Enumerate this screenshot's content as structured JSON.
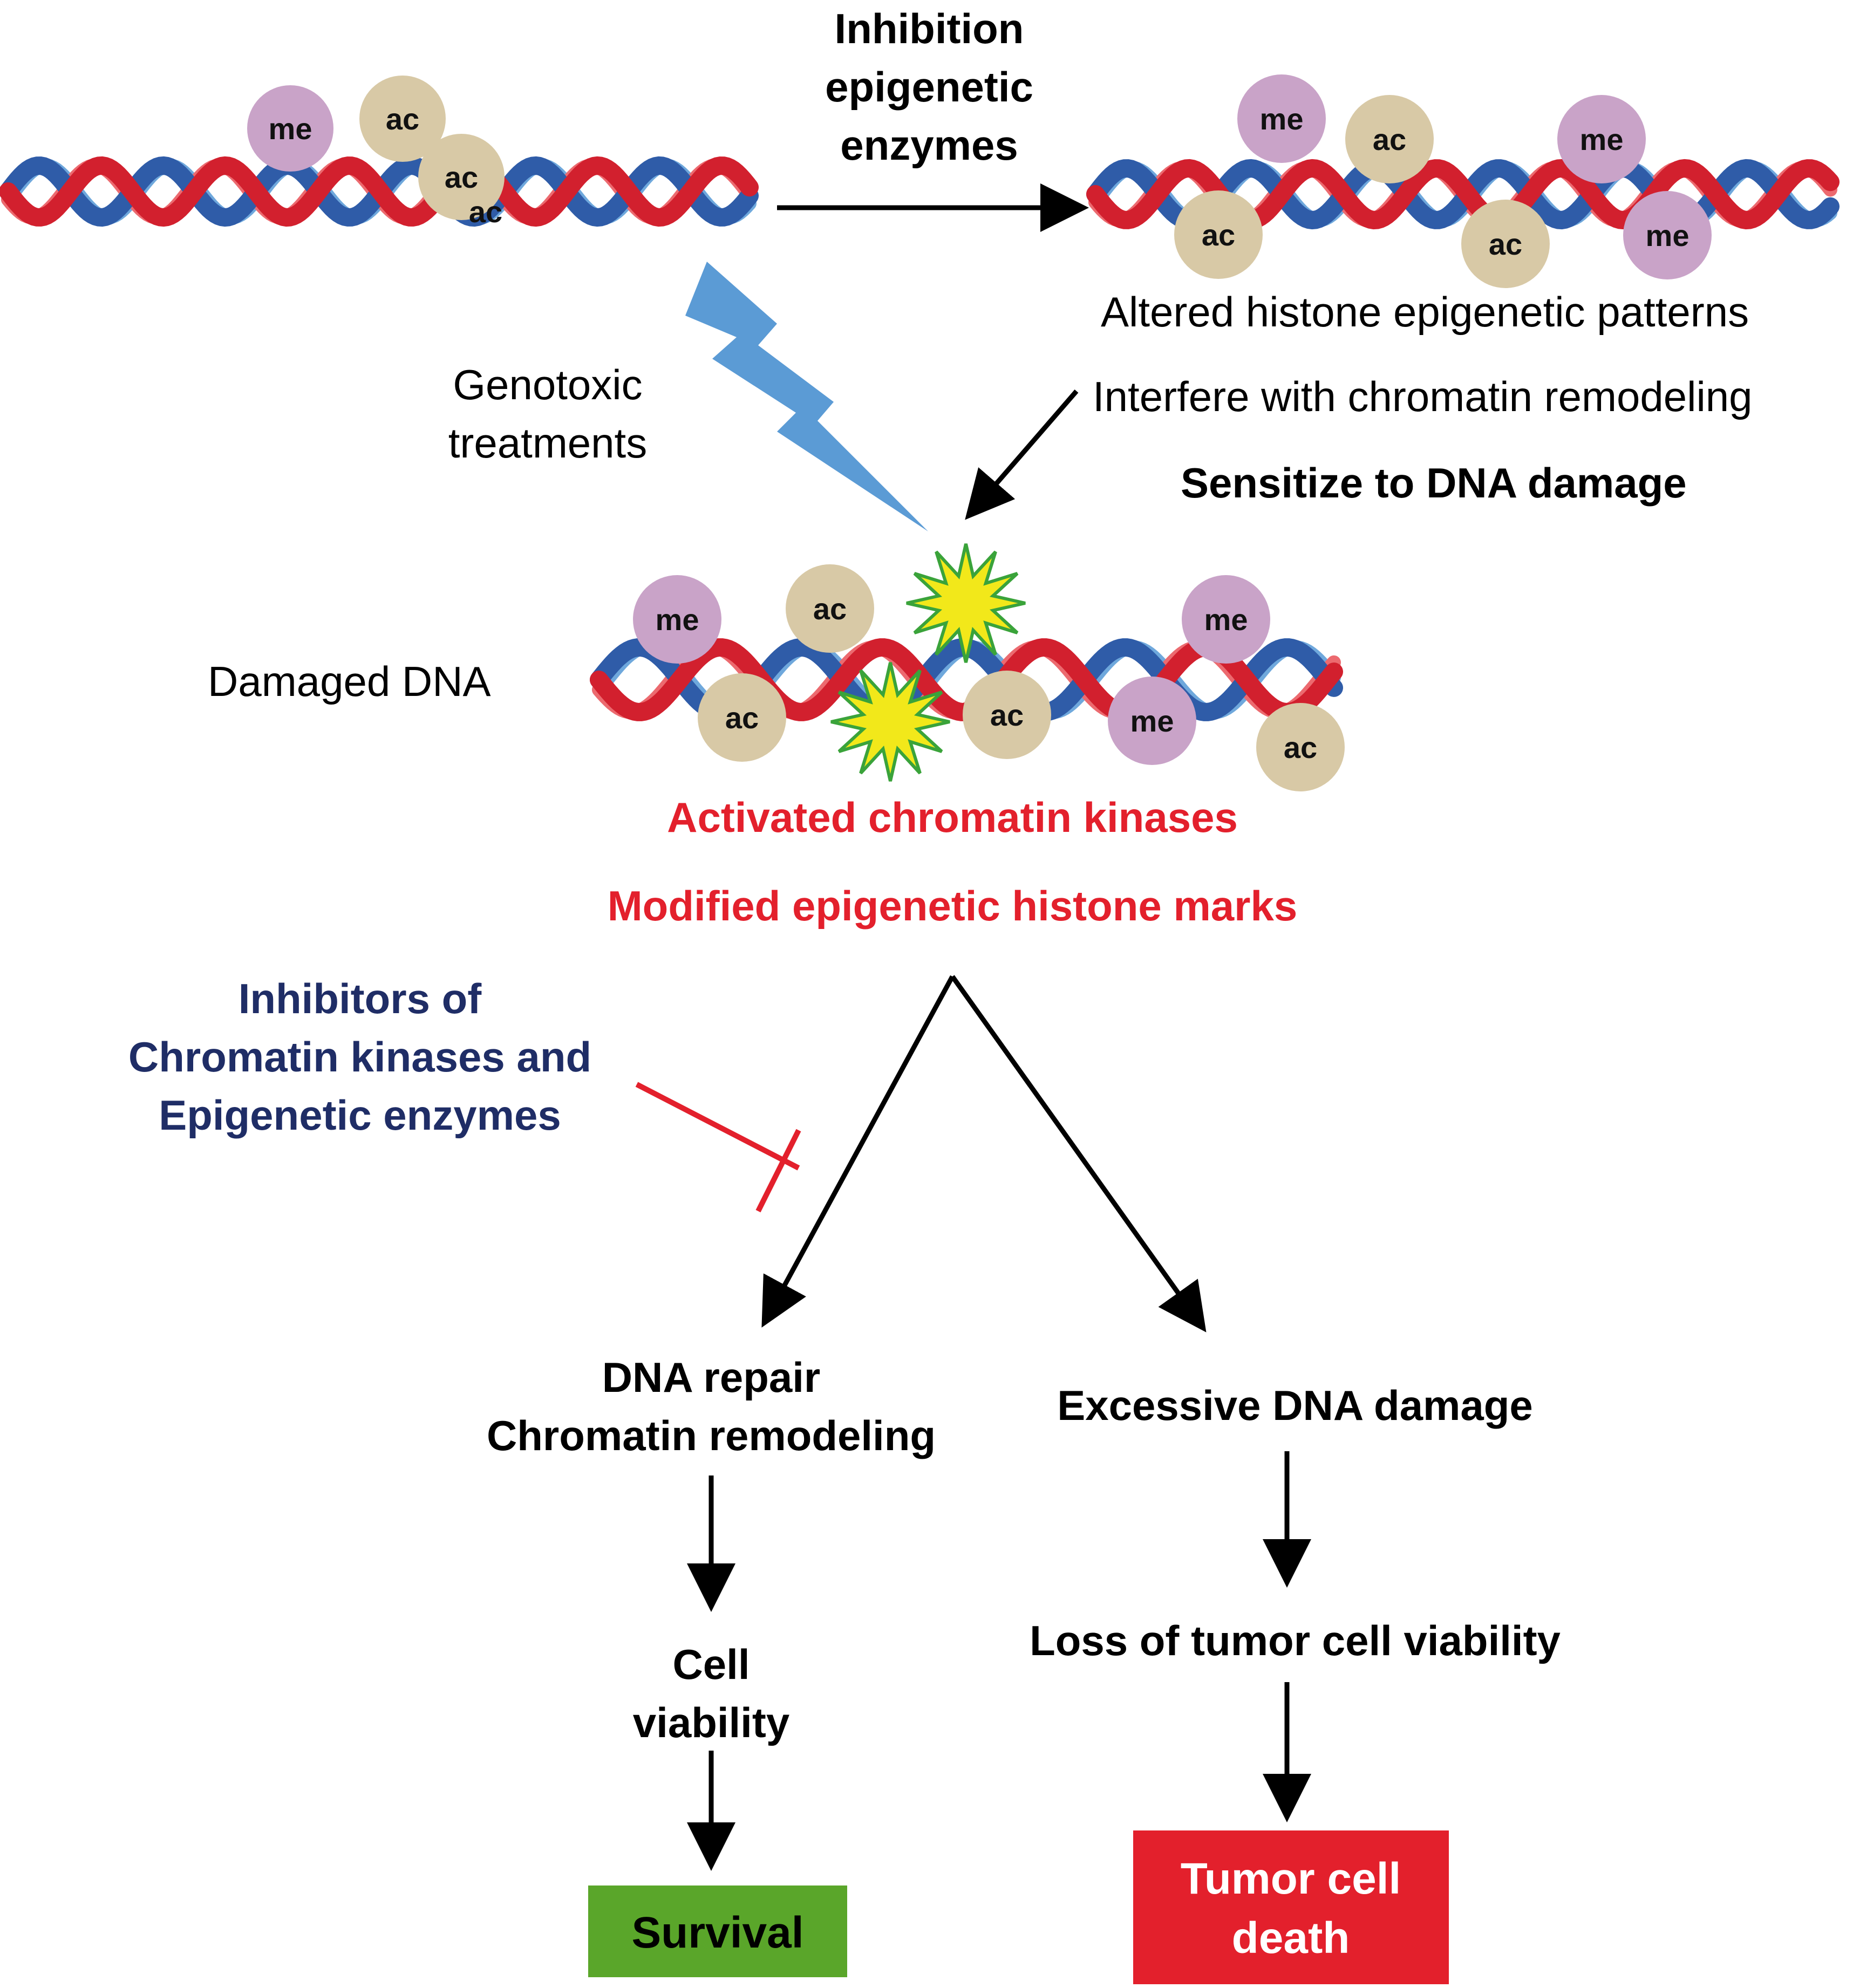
{
  "top_arrow_label": [
    "Inhibition",
    "epigenetic",
    "enzymes"
  ],
  "altered_patterns": "Altered histone epigenetic patterns",
  "genotoxic": [
    "Genotoxic",
    "treatments"
  ],
  "interfere": "Interfere with chromatin remodeling",
  "sensitize": "Sensitize to DNA damage",
  "damaged_dna": "Damaged DNA",
  "activated_kinases": "Activated chromatin kinases",
  "modified_marks": "Modified epigenetic histone marks",
  "inhibitors": [
    "Inhibitors of",
    "Chromatin kinases and",
    "Epigenetic enzymes"
  ],
  "left_branch": {
    "repair": [
      "DNA repair",
      "Chromatin remodeling"
    ],
    "viability": [
      "Cell",
      "viability"
    ],
    "outcome": "Survival"
  },
  "right_branch": {
    "damage": "Excessive DNA damage",
    "loss": "Loss of tumor cell viability",
    "outcome": [
      "Tumor cell",
      "death"
    ]
  },
  "mark_labels": {
    "me": "me",
    "ac": "ac"
  },
  "colors": {
    "strand_red": "#d2202e",
    "strand_blue": "#2f5ca8",
    "strand_light_red": "#ec6a6f",
    "strand_light_blue": "#6fa8dc",
    "me_fill": "#c9a3c8",
    "ac_fill": "#d8c9a6",
    "lightning": "#5b9bd5",
    "starburst": "#f2e81a",
    "starburst_edge": "#3aa33a",
    "inhibit_line": "#e3202c",
    "survival_box": "#5aa62a",
    "death_box": "#e3202c",
    "navy_text": "#1f2d66"
  },
  "icons": [
    "dna-helix-icon",
    "lightning-bolt-icon",
    "dna-damage-starburst-icon"
  ]
}
